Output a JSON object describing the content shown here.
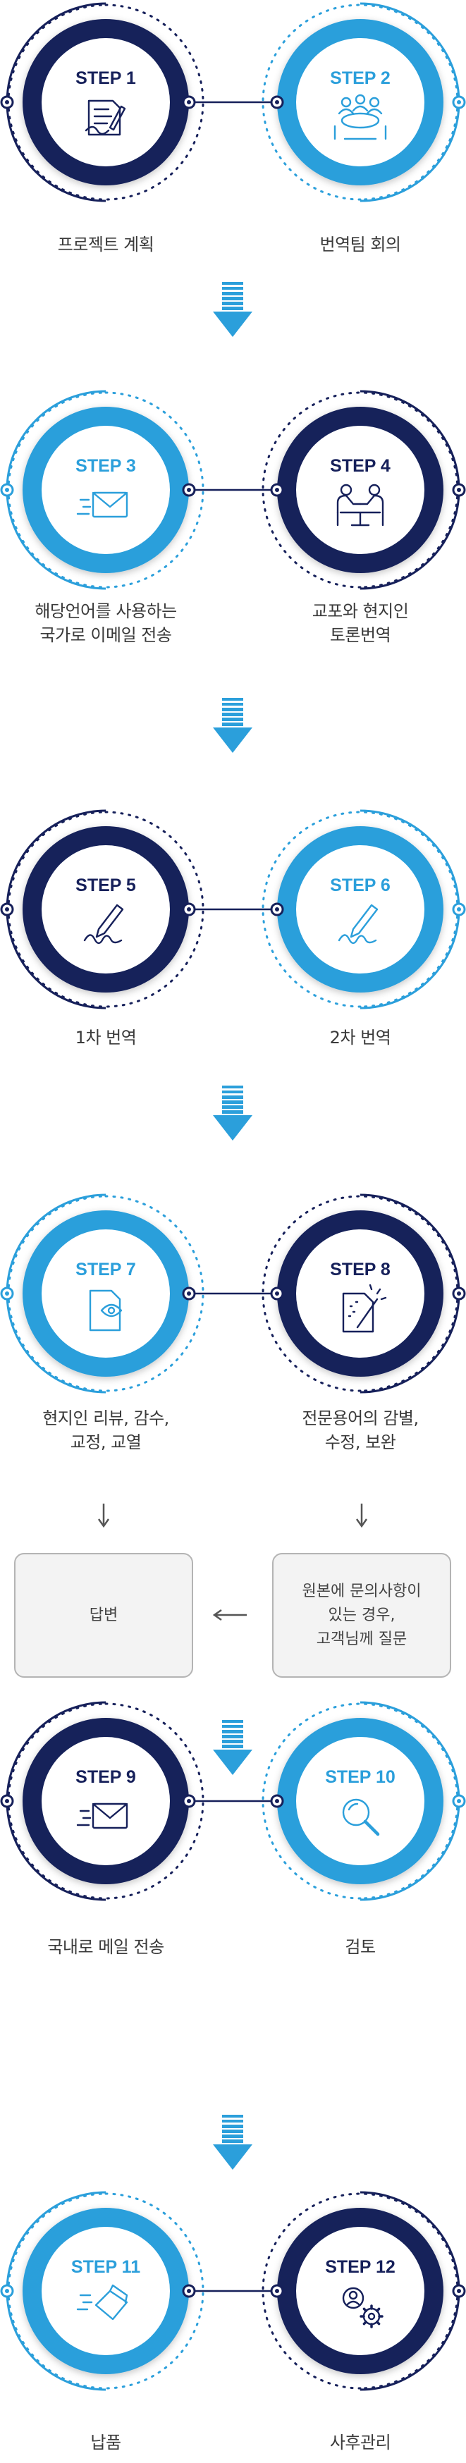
{
  "colors": {
    "navy": "#16205a",
    "blue": "#2b9fdb",
    "gray_border": "#b4b4b4",
    "box_fill": "#f3f3f3"
  },
  "steps": [
    {
      "label": "STEP 1",
      "icon": "document-pen-icon",
      "theme": "navy",
      "caption": [
        "프로젝트 계획"
      ]
    },
    {
      "label": "STEP 2",
      "icon": "meeting-table-icon",
      "theme": "blue",
      "caption": [
        "번역팀 회의"
      ]
    },
    {
      "label": "STEP 3",
      "icon": "fast-mail-icon",
      "theme": "blue",
      "caption": [
        "해당언어를 사용하는",
        "국가로 이메일 전송"
      ]
    },
    {
      "label": "STEP 4",
      "icon": "discussion-people-icon",
      "theme": "navy",
      "caption": [
        "교포와 현지인",
        "토론번역"
      ]
    },
    {
      "label": "STEP 5",
      "icon": "pen-sign-icon",
      "theme": "navy",
      "caption": [
        "1차 번역"
      ]
    },
    {
      "label": "STEP 6",
      "icon": "pen-sign-icon",
      "theme": "blue",
      "caption": [
        "2차 번역"
      ]
    },
    {
      "label": "STEP 7",
      "icon": "document-eye-icon",
      "theme": "blue",
      "caption": [
        "현지인 리뷰, 감수,",
        "교정, 교열"
      ]
    },
    {
      "label": "STEP 8",
      "icon": "document-wand-icon",
      "theme": "navy",
      "caption": [
        "전문용어의 감별,",
        "수정, 보완"
      ]
    },
    {
      "label": "STEP 9",
      "icon": "fast-mail-icon",
      "theme": "navy",
      "caption": [
        "국내로 메일 전송"
      ]
    },
    {
      "label": "STEP 10",
      "icon": "magnifier-icon",
      "theme": "blue",
      "caption": [
        "검토"
      ]
    },
    {
      "label": "STEP 11",
      "icon": "fast-box-icon",
      "theme": "blue",
      "caption": [
        "납품"
      ]
    },
    {
      "label": "STEP 12",
      "icon": "user-gear-icon",
      "theme": "navy",
      "caption": [
        "사후관리"
      ]
    }
  ],
  "side_boxes": {
    "reply": "답변",
    "inquiry": [
      "원본에 문의사항이",
      "있는 경우,",
      "고객님께 질문"
    ]
  }
}
